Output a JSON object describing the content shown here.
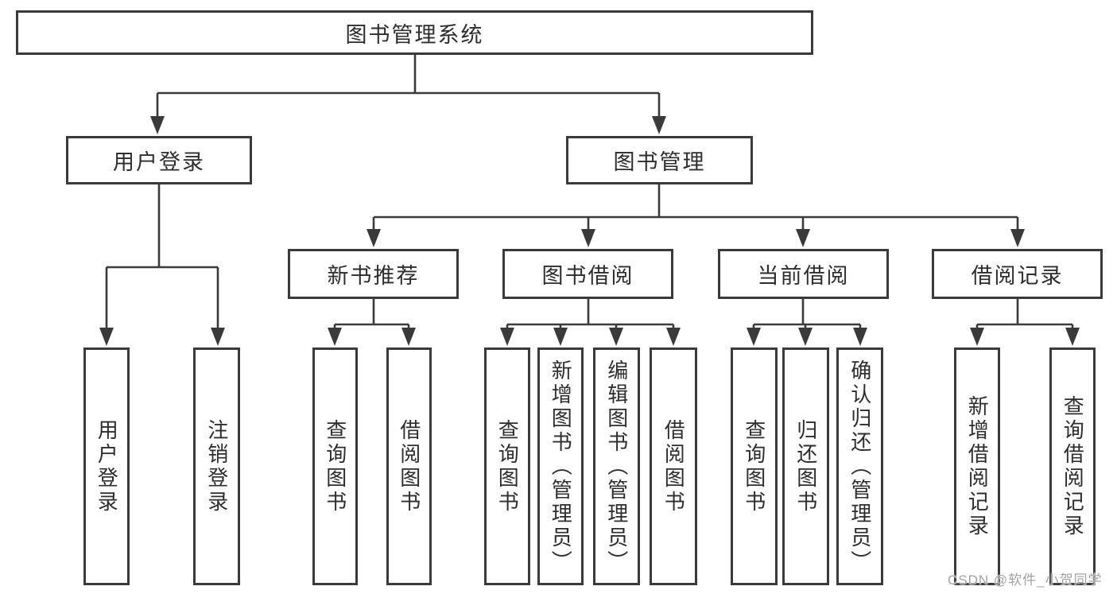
{
  "diagram": {
    "root": {
      "label": "图书管理系统"
    },
    "level2": [
      {
        "label": "用户登录"
      },
      {
        "label": "图书管理"
      }
    ],
    "level3": [
      {
        "label": "新书推荐"
      },
      {
        "label": "图书借阅"
      },
      {
        "label": "当前借阅"
      },
      {
        "label": "借阅记录"
      }
    ],
    "leaves": [
      {
        "label": "用户登录"
      },
      {
        "label": "注销登录"
      },
      {
        "label": "查询图书"
      },
      {
        "label": "借阅图书"
      },
      {
        "label": "查询图书"
      },
      {
        "label": "新增图书（管理员）"
      },
      {
        "label": "编辑图书（管理员）"
      },
      {
        "label": "借阅图书"
      },
      {
        "label": "查询图书"
      },
      {
        "label": "归还图书"
      },
      {
        "label": "确认归还（管理员）"
      },
      {
        "label": "新增借阅记录"
      },
      {
        "label": "查询借阅记录"
      }
    ]
  },
  "watermark": {
    "text": "CSDN @软件_小贺同学"
  },
  "colors": {
    "line": "#3a3a3a",
    "text": "#2d2d2d",
    "watermark": "#a3a3a3",
    "background": "#ffffff"
  }
}
